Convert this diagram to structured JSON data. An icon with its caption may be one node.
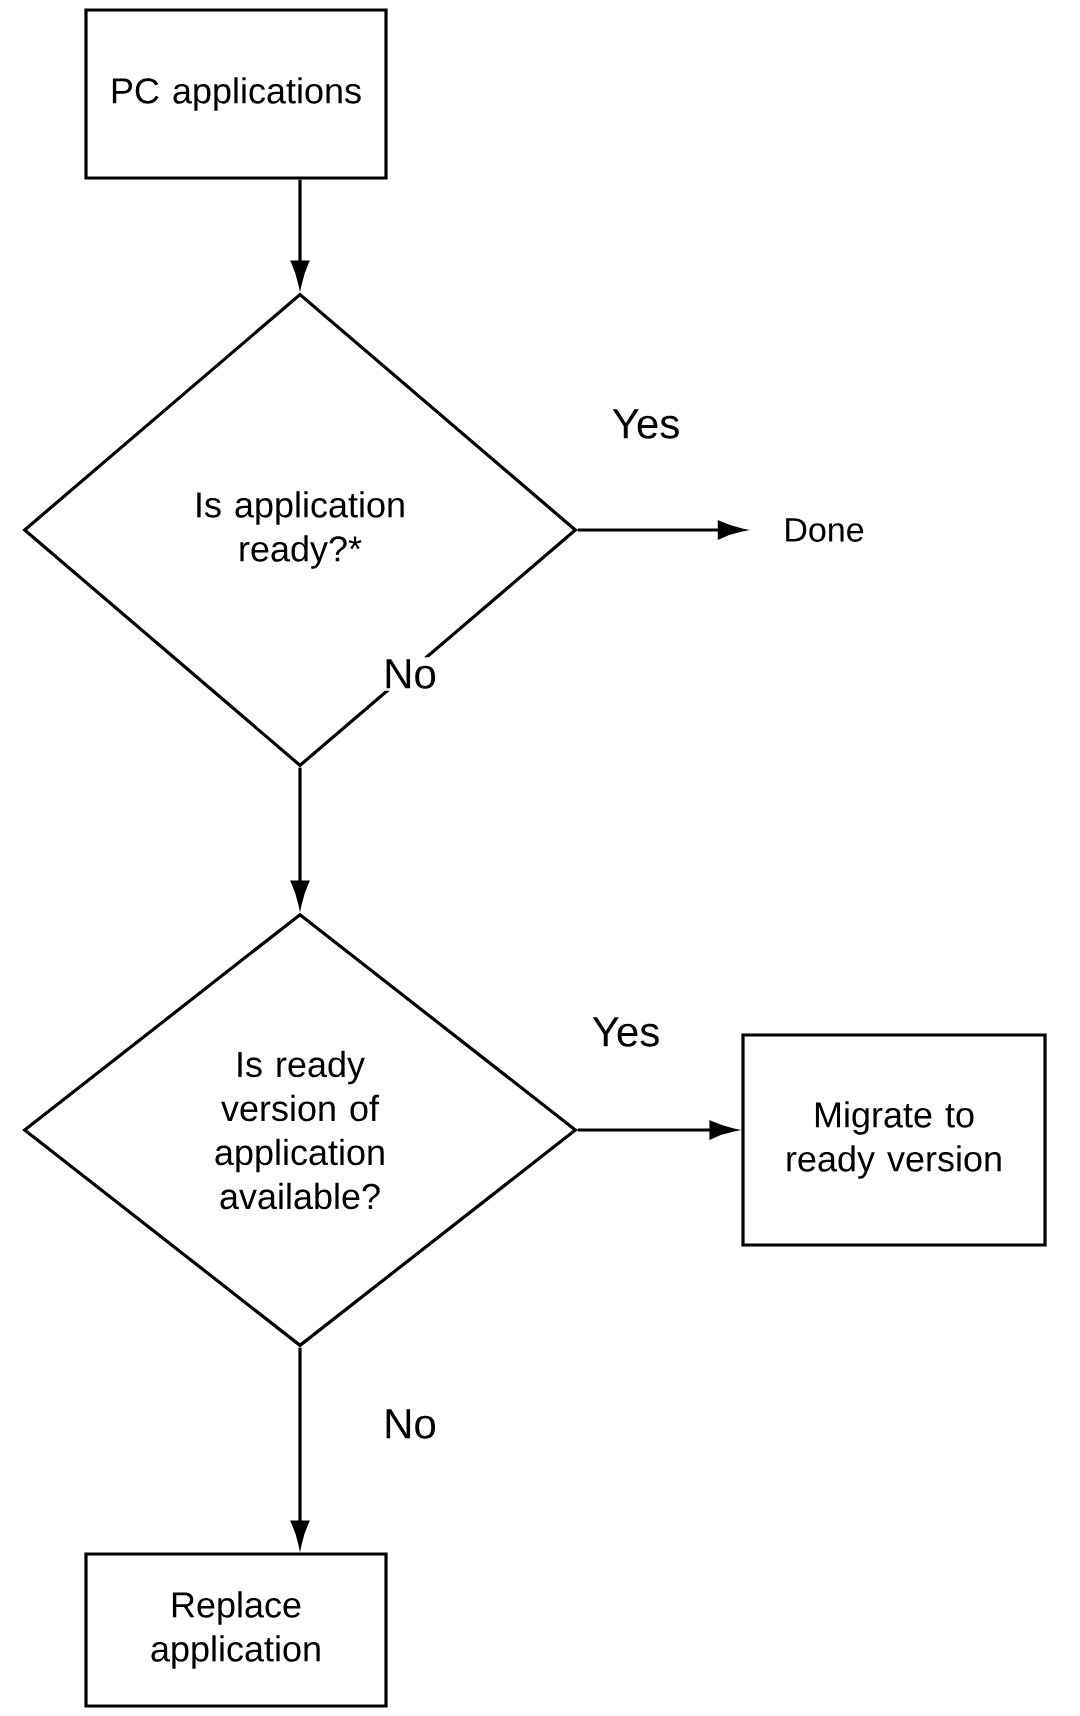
{
  "diagram": {
    "nodes": [
      {
        "text": [
          "PC applications"
        ]
      },
      {
        "text": [
          "Is application ready?*"
        ]
      },
      {
        "text": [
          "Done"
        ]
      },
      {
        "text": [
          "Is ready version of application available?"
        ]
      },
      {
        "text": [
          "Migrate to ready version"
        ]
      },
      {
        "text": [
          "Replace application"
        ]
      }
    ],
    "edges": [
      {
        "from": 0,
        "to": 1,
        "arrow": "to"
      },
      {
        "from": 1,
        "to": 2,
        "arrow": "to",
        "label": "Yes"
      },
      {
        "from": 1,
        "to": 3,
        "arrow": "to",
        "label": "No"
      },
      {
        "from": 3,
        "to": 4,
        "arrow": "to",
        "label": "Yes"
      },
      {
        "from": 3,
        "to": 5,
        "arrow": "to",
        "label": "No"
      }
    ]
  }
}
